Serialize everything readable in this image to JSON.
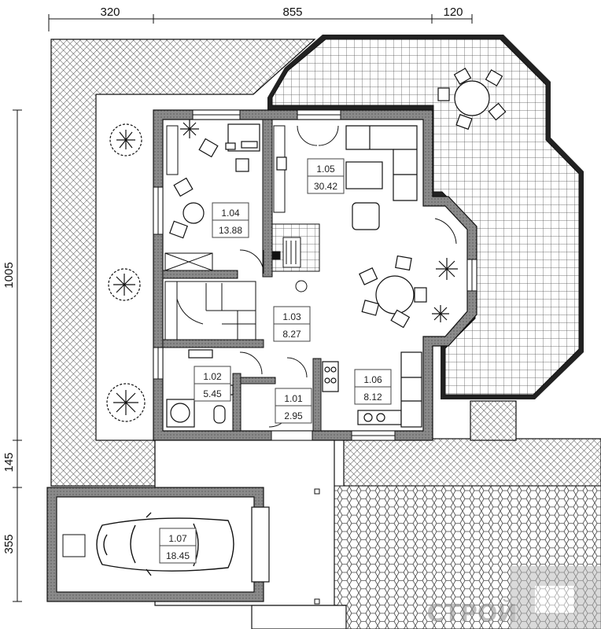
{
  "dimensions": {
    "top": [
      "320",
      "855",
      "120"
    ],
    "left": [
      "1005",
      "145",
      "355"
    ]
  },
  "rooms": [
    {
      "number": "1.04",
      "area": "13.88"
    },
    {
      "number": "1.05",
      "area": "30.42"
    },
    {
      "number": "1.03",
      "area": "8.27"
    },
    {
      "number": "1.02",
      "area": "5.45"
    },
    {
      "number": "1.01",
      "area": "2.95"
    },
    {
      "number": "1.06",
      "area": "8.12"
    },
    {
      "number": "1.07",
      "area": "18.45"
    }
  ],
  "watermark": {
    "text": "СТРОЙ"
  },
  "colors": {
    "line": "#111111",
    "wall_fill": "#9a9a9a",
    "hatch": "#333333"
  }
}
